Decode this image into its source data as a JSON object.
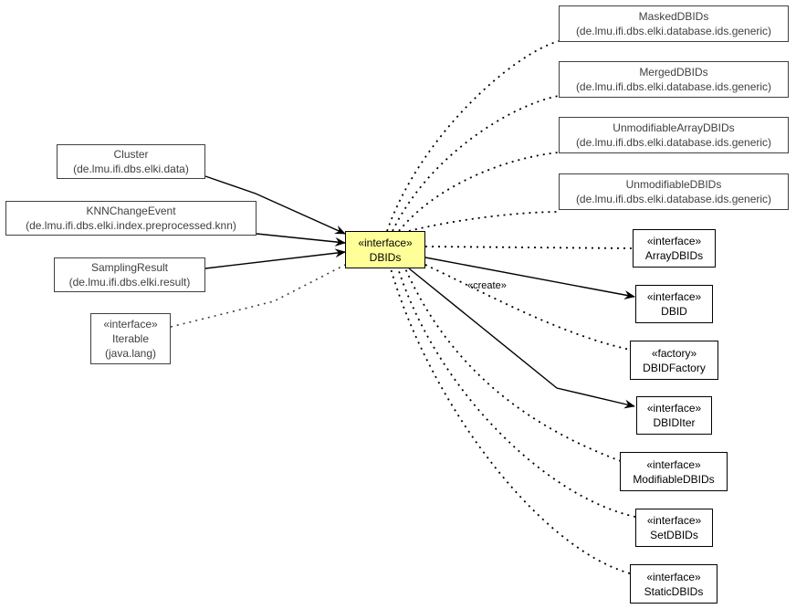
{
  "colors": {
    "focus_fill": "#ffff99",
    "external_border": "#404040",
    "external_text": "#404040",
    "edge_strong": "#000000",
    "edge_weak": "#404040"
  },
  "focus": {
    "stereotype": "«interface»",
    "name": "DBIDs"
  },
  "incoming": {
    "cluster": {
      "name": "Cluster",
      "package": "(de.lmu.ifi.dbs.elki.data)"
    },
    "knn_change_event": {
      "name": "KNNChangeEvent",
      "package": "(de.lmu.ifi.dbs.elki.index.preprocessed.knn)"
    },
    "sampling_result": {
      "name": "SamplingResult",
      "package": "(de.lmu.ifi.dbs.elki.result)"
    },
    "iterable": {
      "stereotype": "«interface»",
      "name": "Iterable",
      "package": "(java.lang)"
    }
  },
  "implementors": {
    "masked": {
      "name": "MaskedDBIDs",
      "package": "(de.lmu.ifi.dbs.elki.database.ids.generic)"
    },
    "merged": {
      "name": "MergedDBIDs",
      "package": "(de.lmu.ifi.dbs.elki.database.ids.generic)"
    },
    "unmod_array": {
      "name": "UnmodifiableArrayDBIDs",
      "package": "(de.lmu.ifi.dbs.elki.database.ids.generic)"
    },
    "unmod": {
      "name": "UnmodifiableDBIDs",
      "package": "(de.lmu.ifi.dbs.elki.database.ids.generic)"
    }
  },
  "related": {
    "array_dbids": {
      "stereotype": "«interface»",
      "name": "ArrayDBIDs"
    },
    "dbid": {
      "stereotype": "«interface»",
      "name": "DBID"
    },
    "dbid_factory": {
      "stereotype": "«factory»",
      "name": "DBIDFactory"
    },
    "dbid_iter": {
      "stereotype": "«interface»",
      "name": "DBIDIter"
    },
    "modifiable": {
      "stereotype": "«interface»",
      "name": "ModifiableDBIDs"
    },
    "set_dbids": {
      "stereotype": "«interface»",
      "name": "SetDBIDs"
    },
    "static_dbids": {
      "stereotype": "«interface»",
      "name": "StaticDBIDs"
    }
  },
  "edge_labels": {
    "create": "«create»"
  }
}
